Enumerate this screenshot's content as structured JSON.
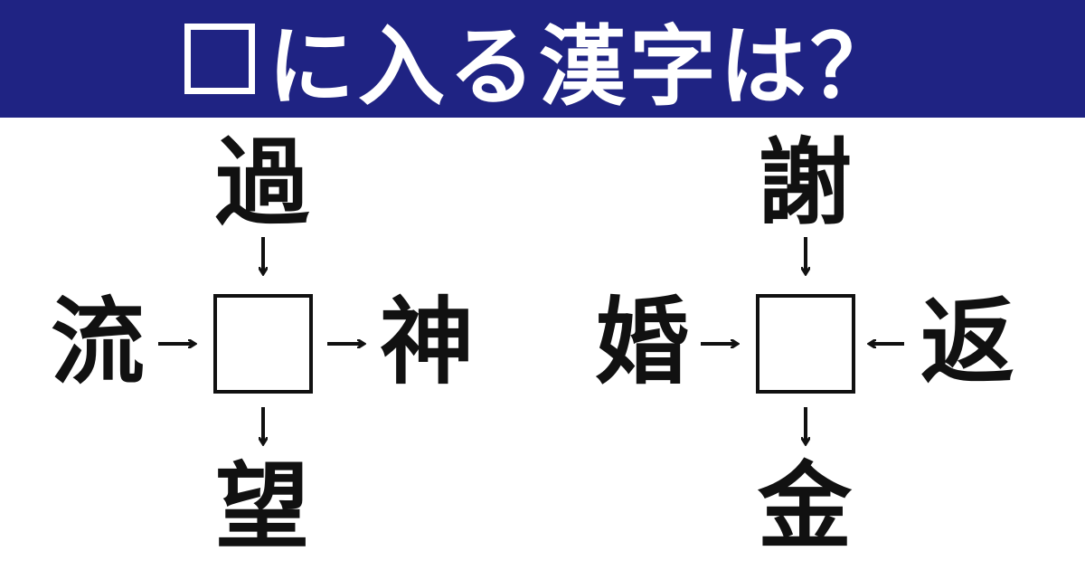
{
  "header": {
    "title": "に入る漢字は？",
    "background_color": "#1f2383"
  },
  "puzzles": [
    {
      "top": "過",
      "left": "流",
      "right": "神",
      "bottom": "望",
      "answer_box": "empty",
      "arrows": {
        "top": "down",
        "left": "right",
        "right": "right",
        "bottom": "down"
      }
    },
    {
      "top": "謝",
      "left": "婚",
      "right": "返",
      "bottom": "金",
      "answer_box": "empty",
      "arrows": {
        "top": "down",
        "left": "right",
        "right": "left",
        "bottom": "down"
      }
    }
  ]
}
